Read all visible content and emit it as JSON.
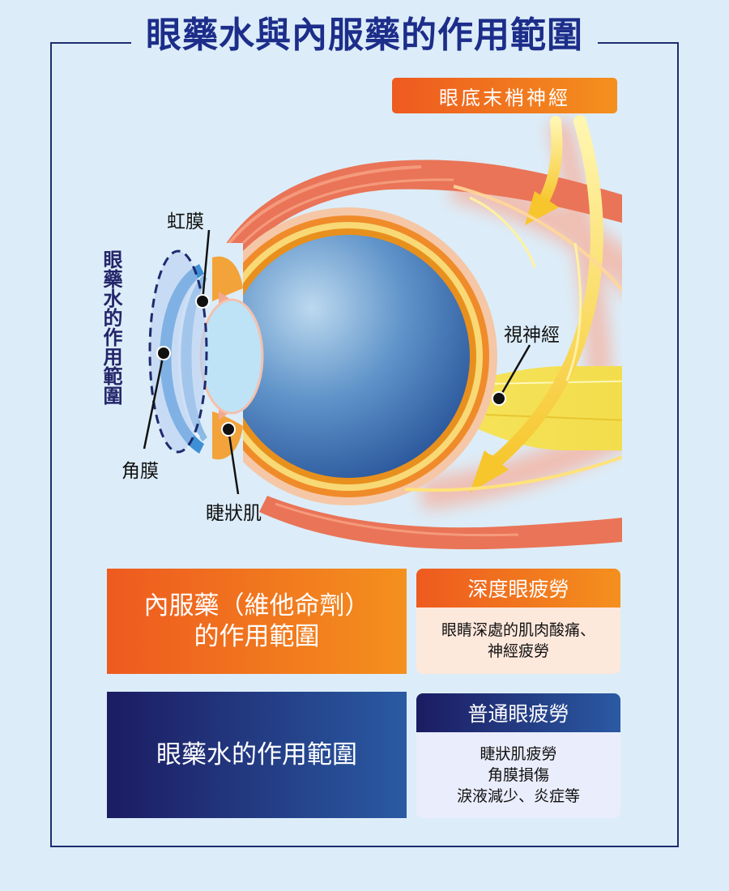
{
  "title": "眼藥水與內服藥的作用範圍",
  "nerve_badge": "眼底末梢神經",
  "labels": {
    "iris": "虹膜",
    "cornea": "角膜",
    "ciliary_muscle": "睫狀肌",
    "optic_nerve": "視神經",
    "eye_drops_range_vertical": "眼藥水的作用範圍"
  },
  "boxes": {
    "oral": {
      "line1": "內服藥（維他命劑）",
      "line2": "的作用範圍"
    },
    "drops": {
      "text": "眼藥水的作用範圍"
    }
  },
  "cards": {
    "deep": {
      "title": "深度眼疲勞",
      "line1": "眼睛深處的肌肉酸痛、",
      "line2": "神經疲勞"
    },
    "normal": {
      "title": "普通眼疲勞",
      "line1": "睫狀肌疲勞",
      "line2": "角膜損傷",
      "line3": "淚液減少、炎症等"
    }
  },
  "colors": {
    "navy": "#1d2d8a",
    "orange_start": "#ee5a1f",
    "orange_end": "#f4901e",
    "blue_start": "#1c1c62",
    "blue_end": "#2a5aa3",
    "background": "#dcedf9"
  }
}
